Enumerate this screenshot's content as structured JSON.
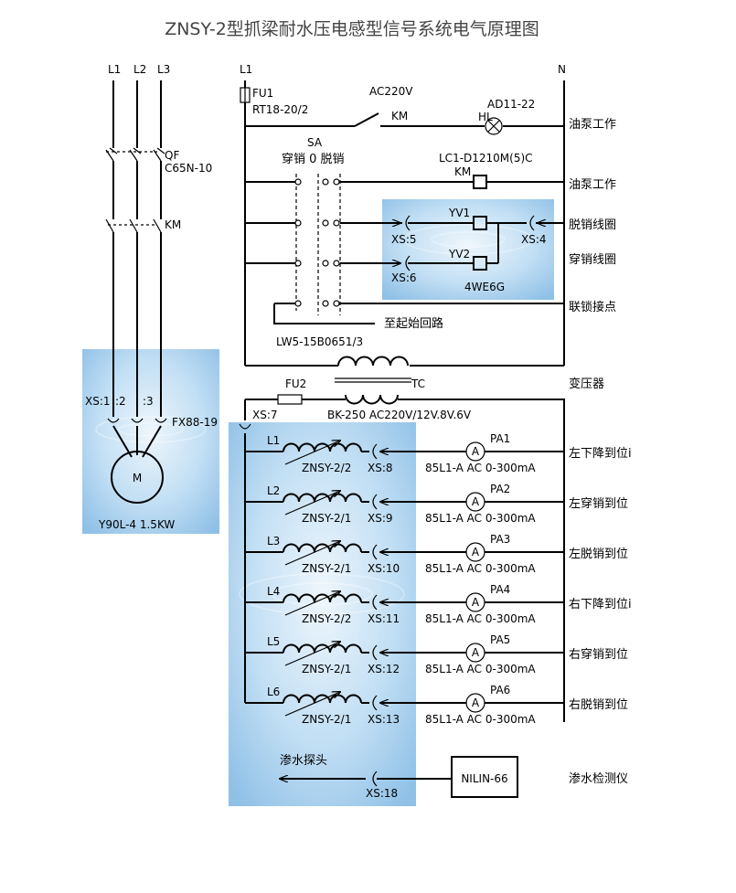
{
  "title": "ZNSY-2型抓梁耐水压电感型信号系统电气原理图",
  "motor": {
    "phases": [
      "L1",
      "L2",
      "L3"
    ],
    "qf": "QF",
    "qf_model": "C65N-10",
    "km": "KM",
    "xs": [
      "XS:1",
      ":2",
      ":3"
    ],
    "fx": "FX88-19",
    "m": "M",
    "model": "Y90L-4 1.5KW"
  },
  "control": {
    "l1": "L1",
    "n": "N",
    "fu1": "FU1",
    "fu1_model": "RT18-20/2",
    "ac": "AC220V",
    "km": "KM",
    "ad": "AD11-22",
    "hl": "HL",
    "pump1": "油泵工作",
    "sa": "SA",
    "sa_positions": "穿销 0 脱销",
    "lc1": "LC1-D1210M(5)C",
    "km2": "KM",
    "pump2": "油泵工作",
    "yv1": "YV1",
    "yv2": "YV2",
    "xs5": "XS:5",
    "xs4": "XS:4",
    "xs6": "XS:6",
    "valve": "4WE6G",
    "coil_release": "脱销线圈",
    "coil_insert": "穿销线圈",
    "interlock": "联锁接点",
    "return": "至起始回路",
    "lw5": "LW5-15B0651/3"
  },
  "transformer": {
    "label": "变压器",
    "tc": "TC",
    "fu2": "FU2",
    "xs7": "XS:7",
    "model": "BK-250  AC220V/12V.8V.6V"
  },
  "signals": [
    {
      "l": "L1",
      "model": "ZNSY-2/2",
      "xs": "XS:8",
      "pa": "PA1",
      "meter": "85L1-A  AC 0-300mA",
      "desc": "左下降到位i"
    },
    {
      "l": "L2",
      "model": "ZNSY-2/1",
      "xs": "XS:9",
      "pa": "PA2",
      "meter": "85L1-A  AC 0-300mA",
      "desc": "左穿销到位"
    },
    {
      "l": "L3",
      "model": "ZNSY-2/1",
      "xs": "XS:10",
      "pa": "PA3",
      "meter": "85L1-A  AC 0-300mA",
      "desc": "左脱销到位"
    },
    {
      "l": "L4",
      "model": "ZNSY-2/2",
      "xs": "XS:11",
      "pa": "PA4",
      "meter": "85L1-A  AC 0-300mA",
      "desc": "右下降到位i"
    },
    {
      "l": "L5",
      "model": "ZNSY-2/1",
      "xs": "XS:12",
      "pa": "PA5",
      "meter": "85L1-A  AC 0-300mA",
      "desc": "右穿销到位"
    },
    {
      "l": "L6",
      "model": "ZNSY-2/1",
      "xs": "XS:13",
      "pa": "PA6",
      "meter": "85L1-A  AC 0-300mA",
      "desc": "右脱销到位"
    }
  ],
  "ammeter_symbol": "A",
  "probe": {
    "label": "渗水探头",
    "xs": "XS:18",
    "box": "NILIN-66",
    "desc": "渗水检测仪"
  },
  "colors": {
    "panel_light": "#dcedf8",
    "panel_mid": "#9cc8ea",
    "line": "#000000",
    "title": "#444444"
  }
}
